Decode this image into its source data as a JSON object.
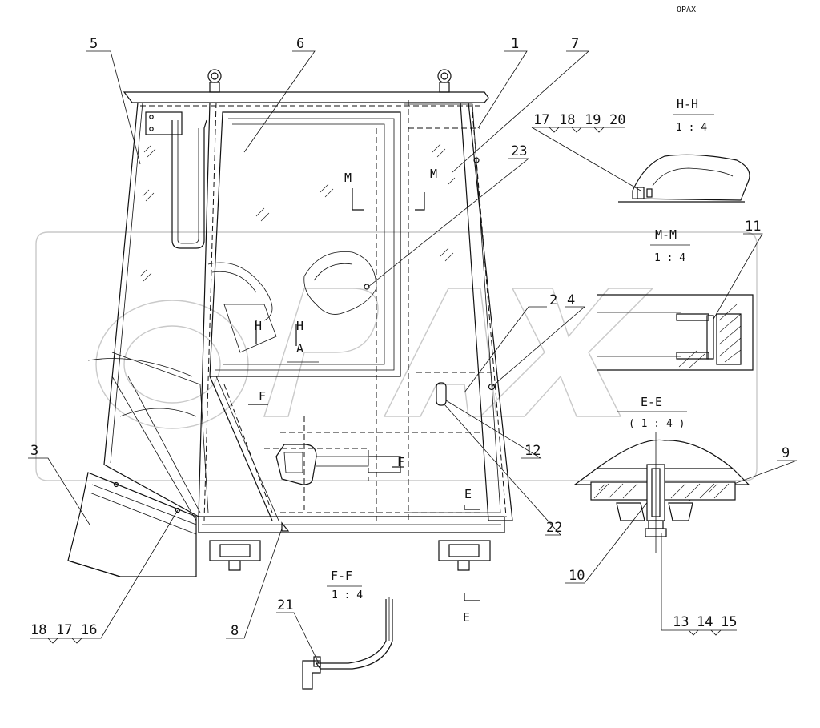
{
  "part_numbers": [
    "1",
    "2",
    "3",
    "4",
    "5",
    "6",
    "7",
    "8",
    "9",
    "10",
    "11",
    "12",
    "22",
    "23"
  ],
  "leader_groups": {
    "g_16": [
      "18",
      "17",
      "16"
    ],
    "g_21": [
      "21"
    ],
    "g_hh": [
      "17",
      "18",
      "19",
      "20"
    ],
    "g_13": [
      "13",
      "14",
      "15"
    ]
  },
  "sections": {
    "hh": {
      "title": "H-H",
      "scale": "1 : 4"
    },
    "mm": {
      "title": "M-M",
      "scale": "1 : 4"
    },
    "ee": {
      "title": "E-E",
      "scale": "( 1 : 4 )"
    },
    "ff": {
      "title": "F-F",
      "scale": "1 : 4"
    }
  },
  "cut_marks": {
    "m_left": "M",
    "m_right": "M",
    "h_left": "H",
    "h_right": "H",
    "a": "A",
    "f_left": "F",
    "f_right": "F",
    "e_top": "E",
    "e_bottom": "E"
  },
  "watermark": "OPAX",
  "colors": {
    "line": "#111111",
    "watermark": "#c9c9c9",
    "background": "#ffffff"
  }
}
